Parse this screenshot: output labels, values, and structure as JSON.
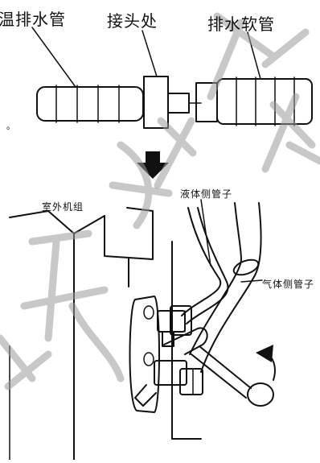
{
  "labels": {
    "pipe_left": "温排水管",
    "joint": "接头处",
    "drain_hose": "排水软管",
    "outdoor_unit": "室外机组",
    "liquid_pipe": "液体侧管子",
    "gas_pipe": "气体侧管子"
  },
  "stray_mark": "。"
}
